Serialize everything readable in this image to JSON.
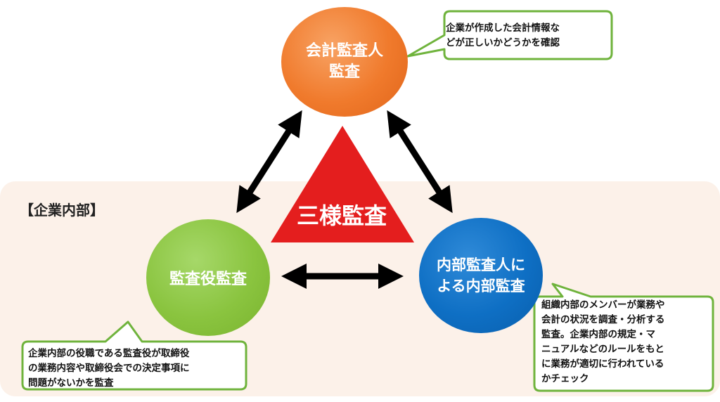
{
  "internal_label": "【企業内部】",
  "center_label": "三様監査",
  "nodes": {
    "top": {
      "line1": "会計監査人",
      "line2": "監査"
    },
    "left": {
      "label": "監査役監査"
    },
    "right": {
      "line1": "内部監査人に",
      "line2": "よる内部監査"
    }
  },
  "notes": {
    "top": {
      "line1": "企業が作成した会計情報な",
      "line2": "どが正しいかどうかを確認"
    },
    "left": {
      "line1": "企業内部の役職である監査役が取締役",
      "line2": "の業務内容や取締役会での決定事項に",
      "line3": "問題がないかを監査"
    },
    "right": {
      "line1": "組織内部のメンバーが業務や",
      "line2": "会計の状況を調査・分析する",
      "line3": "監査。企業内部の規定・マ",
      "line4": "ニュアルなどのルールをもと",
      "line5": "に業務が適切に行われている",
      "line6": "かチェック"
    }
  },
  "colors": {
    "top_circle": "#f07a2c",
    "left_circle": "#8ac43f",
    "right_circle": "#0e6fc4",
    "triangle": "#e41e1e",
    "note_border": "#6fb33c",
    "zone_background": "#fcf1e9"
  }
}
